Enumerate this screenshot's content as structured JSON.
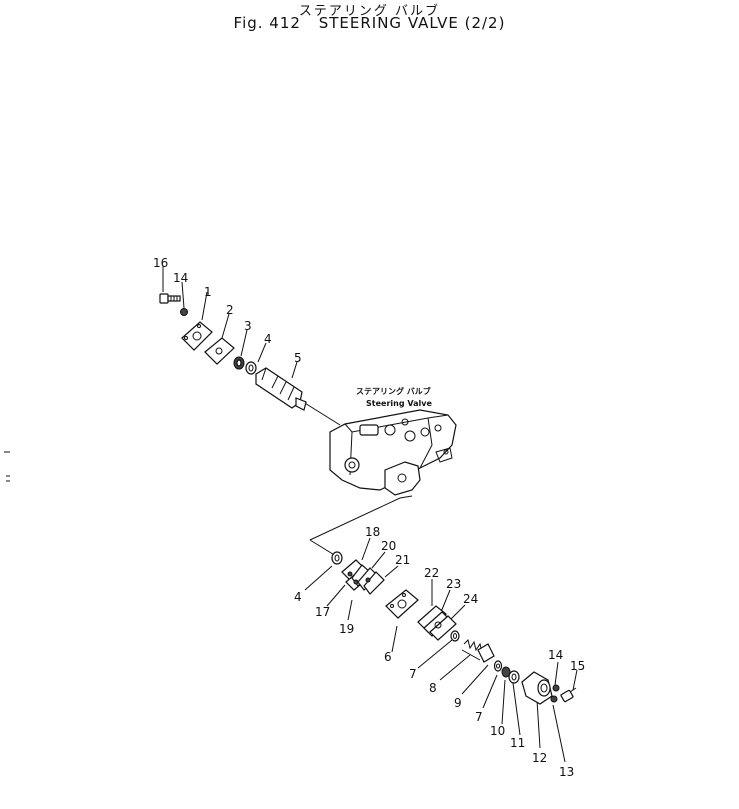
{
  "title": {
    "japanese": "ステアリング バルブ",
    "figure": "Fig. 412",
    "name": "STEERING VALVE (2/2)"
  },
  "callout": {
    "japanese": "ステアリング バルブ",
    "english": "Steering Valve"
  },
  "part_labels": {
    "p1": "1",
    "p2": "2",
    "p3": "3",
    "p4a": "4",
    "p4b": "4",
    "p5": "5",
    "p6": "6",
    "p7a": "7",
    "p7b": "7",
    "p8": "8",
    "p9": "9",
    "p10": "10",
    "p11": "11",
    "p12": "12",
    "p13": "13",
    "p14a": "14",
    "p14b": "14",
    "p15": "15",
    "p16": "16",
    "p17": "17",
    "p18": "18",
    "p19": "19",
    "p20": "20",
    "p21": "21",
    "p22": "22",
    "p23": "23",
    "p24": "24"
  }
}
